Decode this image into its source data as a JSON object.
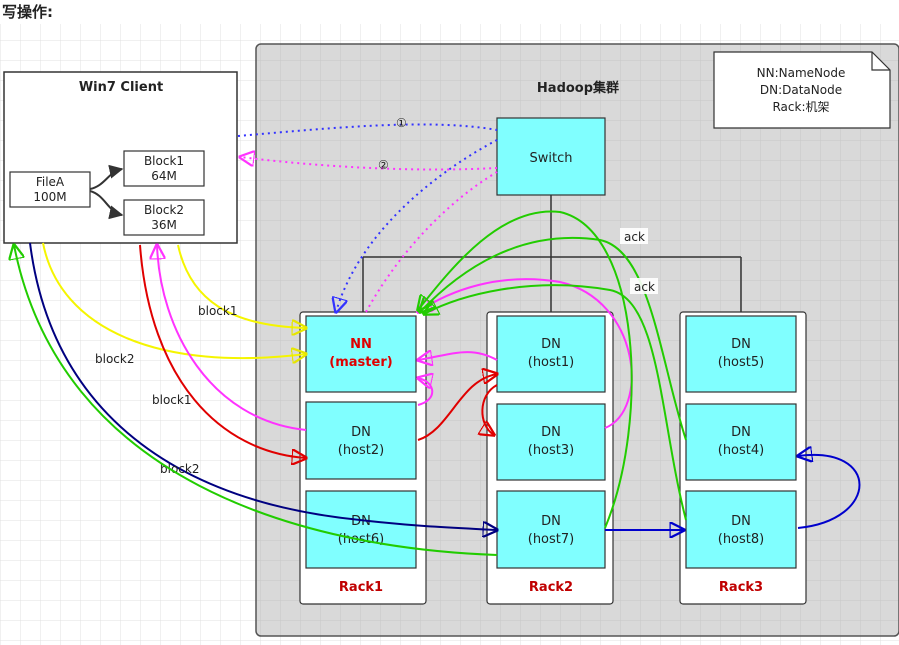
{
  "heading": "写操作:",
  "cluster": {
    "title": "Hadoop集群"
  },
  "legend": {
    "lines": [
      "NN:NameNode",
      "DN:DataNode",
      "Rack:机架"
    ]
  },
  "client": {
    "title": "Win7 Client",
    "file": {
      "name": "FileA",
      "size": "100M"
    },
    "block1": {
      "name": "Block1",
      "size": "64M"
    },
    "block2": {
      "name": "Block2",
      "size": "36M"
    }
  },
  "switch": {
    "label": "Switch"
  },
  "steps": {
    "one": "①",
    "two": "②"
  },
  "flow_labels": {
    "block1_a": "block1",
    "block2_a": "block2",
    "block1_b": "block1",
    "block2_b": "block2",
    "ack1": "ack",
    "ack2": "ack"
  },
  "racks": {
    "rack1": {
      "label": "Rack1",
      "nn": {
        "line1": "NN",
        "line2": "(master)"
      },
      "host2": {
        "line1": "DN",
        "line2": "(host2)"
      },
      "host6": {
        "line1": "DN",
        "line2": "(host6)"
      }
    },
    "rack2": {
      "label": "Rack2",
      "host1": {
        "line1": "DN",
        "line2": "(host1)"
      },
      "host3": {
        "line1": "DN",
        "line2": "(host3)"
      },
      "host7": {
        "line1": "DN",
        "line2": "(host7)"
      }
    },
    "rack3": {
      "label": "Rack3",
      "host5": {
        "line1": "DN",
        "line2": "(host5)"
      },
      "host4": {
        "line1": "DN",
        "line2": "(host4)"
      },
      "host8": {
        "line1": "DN",
        "line2": "(host8)"
      }
    }
  },
  "colors": {
    "node_fill": "#80ffff",
    "cluster_fill": "#d9d9d9",
    "rack_label": "#c00000",
    "nn_label": "#e00000",
    "blue_dotted": "#3333ff",
    "magenta": "#ff33ff",
    "yellow": "#f5f500",
    "red": "#e00000",
    "green": "#22cc00",
    "navy": "#000080",
    "blue": "#0000cc"
  }
}
